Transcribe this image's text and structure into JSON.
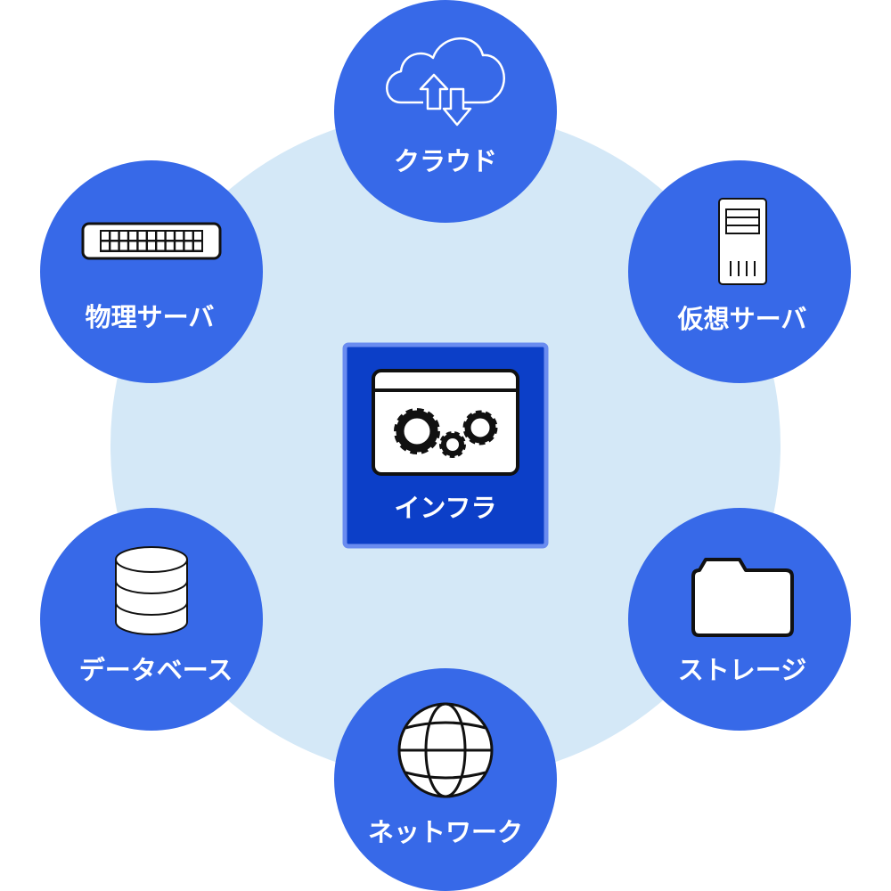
{
  "center": {
    "label": "インフラ",
    "icon": "window-gears-icon"
  },
  "nodes": [
    {
      "id": "cloud",
      "label": "クラウド",
      "icon": "cloud-upload-download-icon"
    },
    {
      "id": "virtual-server",
      "label": "仮想サーバ",
      "icon": "server-tower-icon"
    },
    {
      "id": "storage",
      "label": "ストレージ",
      "icon": "folder-icon"
    },
    {
      "id": "network",
      "label": "ネットワーク",
      "icon": "globe-icon"
    },
    {
      "id": "database",
      "label": "データベース",
      "icon": "database-icon"
    },
    {
      "id": "physical-server",
      "label": "物理サーバ",
      "icon": "rack-server-icon"
    }
  ],
  "colors": {
    "background_circle": "#d4e8f7",
    "node": "#3769e8",
    "center_fill": "#0c3fc8",
    "center_border": "#6a8cf0"
  }
}
